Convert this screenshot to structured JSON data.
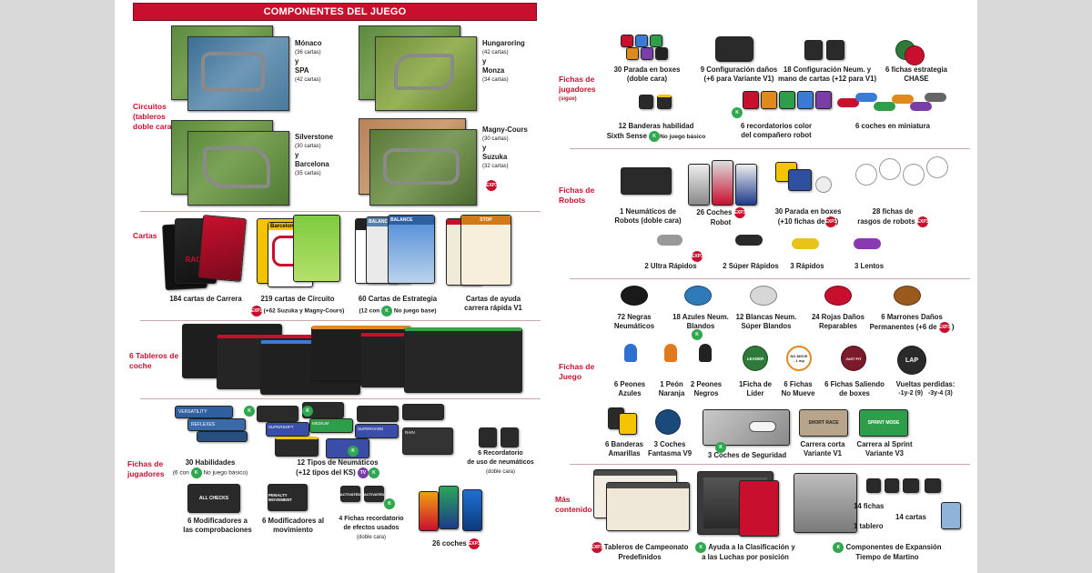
{
  "title": "COMPONENTES DEL JUEGO",
  "badges": {
    "exp3": "EXP3",
    "k": "K",
    "tv": "TV"
  },
  "sections": {
    "circuitos": "Circuitos (tableros doble cara)",
    "cartas": "Cartas",
    "tableros_coche": "6 Tableros de coche",
    "fichas_jugadores_left": "Fichas de jugadores",
    "fichas_jugadores_right": "Fichas de jugadores",
    "sigue": "(sigue)",
    "fichas_robots": "Fichas de Robots",
    "fichas_juego": "Fichas de Juego",
    "mas_contenido": "Más contenido"
  },
  "circuits": [
    {
      "name1": "Mónaco",
      "count1": "(36 cartas)",
      "joiner": "y",
      "name2": "SPA",
      "count2": "(42 cartas)"
    },
    {
      "name1": "Hungaroring",
      "count1": "(42 cartas)",
      "joiner": "y",
      "name2": "Monza",
      "count2": "(34 cartas)"
    },
    {
      "name1": "Silverstone",
      "count1": "(30 cartas)",
      "joiner": "y",
      "name2": "Barcelona",
      "count2": "(35 cartas)"
    },
    {
      "name1": "Magny-Cours",
      "count1": "(30 cartas)",
      "joiner": "y",
      "name2": "Suzuka",
      "count2": "(32 cartas)"
    }
  ],
  "cards": {
    "c1": "184 cartas de Carrera",
    "c2": "219 cartas de Circuito",
    "c2b": "(+62 Suzuka y Magny-Cours)",
    "c3": "60 Cartas de Estrategia",
    "c3b_a": "(12 con",
    "c3b_b": "No juego base)",
    "c4a": "Cartas de ayuda",
    "c4b": "carrera rápida V1",
    "art_race": "RACE",
    "art_circuit": "Barcelona",
    "art_balance": "BALANCE",
    "art_stop": "STOP"
  },
  "left_tokens": {
    "hab1": "30 Habilidades",
    "hab2a": "(6 con",
    "hab2b": "No juego básico)",
    "neu1": "12 Tipos de Neumáticos",
    "neu2": "(+12 tipos del KS)",
    "rec1": "6 Recordatorio",
    "rec2": "de uso de neumáticos",
    "rec3": "(doble cara)",
    "mod1": "6 Modificadores a",
    "mod2": "las comprobaciones",
    "mov1": "6 Modificadores al",
    "mov2": "movimiento",
    "ef1": "4 Fichas recordatorio",
    "ef2": "de efectos usados",
    "ef3": "(doble cara)",
    "coches": "26 coches",
    "art_versatility": "VERSATILITY",
    "art_reflexes": "REFLEXES",
    "art_supersoft": "SUPERSOFT",
    "art_medium": "MEDIUM",
    "art_supehard": "SUPERHARD",
    "art_rain": "RAIN",
    "art_allchecks": "ALL CHECKS",
    "art_penalty": "PENALTY MOVEMENT",
    "art_activated": "ACTIVATED"
  },
  "right_players": {
    "p1a": "30 Parada en boxes",
    "p1b": "(doble cara)",
    "p2a": "9 Configuración daños",
    "p2b": "(+6 para Variante V1)",
    "p3a": "18 Configuración Neum. y",
    "p3b": "mano de cartas (+12 para V1)",
    "p4a": "6 fichas estrategia",
    "p4b": "CHASE",
    "p5a": "12 Banderas habilidad",
    "p5b": "Sixth Sense",
    "p5c": "No juego básico",
    "p6a": "6 recordatorios color",
    "p6b": "del compañero robot",
    "p7": "6 coches en miniatura"
  },
  "robots": {
    "r1a": "1 Neumáticos de",
    "r1b": "Robots (doble cara)",
    "r2a": "26 Coches",
    "r2b": "Robot",
    "r3a": "30 Parada en boxes",
    "r3b": "(+10 fichas de",
    "r3c": ")",
    "r4a": "28 fichas de",
    "r4b": "rasgos de robots",
    "r5": "2 Ultra Rápidos",
    "r6": "2 Súper Rápidos",
    "r7": "3 Rápidos",
    "r8": "3 Lentos"
  },
  "game_tokens": {
    "g1a": "72 Negras",
    "g1b": "Neumáticos",
    "g2a": "18 Azules Neum.",
    "g2b": "Blandos",
    "g3a": "12 Blancas Neum.",
    "g3b": "Súper Blandos",
    "g4a": "24 Rojas Daños",
    "g4b": "Reparables",
    "g5a": "6 Marrones Daños",
    "g5b": "Permanentes (+6 de",
    "g5c": ")",
    "h1a": "6 Peones",
    "h1b": "Azules",
    "h2a": "1 Peón",
    "h2b": "Naranja",
    "h3a": "2 Peones",
    "h3b": "Negros",
    "h4a": "1Ficha de",
    "h4b": "Líder",
    "h5a": "6 Fichas",
    "h5b": "No Mueve",
    "h6a": "6 Fichas Saliendo",
    "h6b": "de boxes",
    "h7a": "Vueltas perdidas:",
    "h7b": "-1y-2 (9)",
    "h7c": "-3y-4 (3)",
    "art_leader": "LEADER",
    "art_nomove": "NO MOVE",
    "art_nomove2": "- 1 mp",
    "art_justpit": "JUST PIT",
    "art_lap": "LAP",
    "i1a": "6 Banderas",
    "i1b": "Amarillas",
    "i2a": "3 Coches",
    "i2b": "Fantasma V9",
    "i3": "3 Coches de Seguridad",
    "i4a": "Carrera corta",
    "i4b": "Variante V1",
    "i5a": "Carrera al Sprint",
    "i5b": "Variante V3",
    "art_shortrace": "SHORT RACE",
    "art_sprint": "SPRINT MODE"
  },
  "more": {
    "m1a": "Tableros de Campeonato",
    "m1b": "Predefinidos",
    "m2a": "Ayuda a la Clasificación y",
    "m2b": "a las Luchas por posición",
    "m3a": "Componentes de Expansión",
    "m3b": "Tiempo de Martino",
    "m4": "14 fichas",
    "m5": "1 tablero",
    "m6": "14 cartas"
  },
  "colors": {
    "accent": "#c8102e",
    "kickstarter": "#2fa84f"
  }
}
